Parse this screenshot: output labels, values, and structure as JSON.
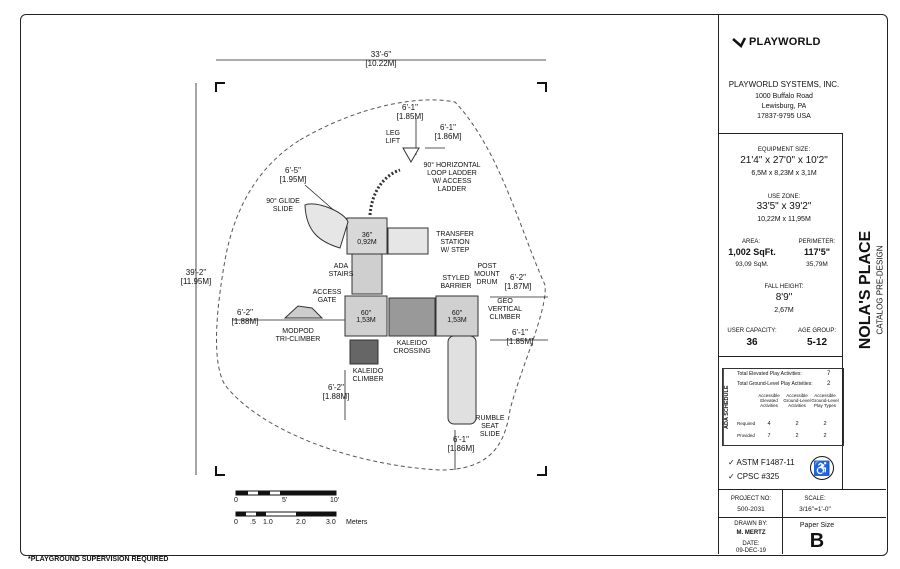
{
  "company": {
    "brand": "PLAYWORLD",
    "name": "PLAYWORLD SYSTEMS, INC.",
    "address1": "1000 Buffalo Road",
    "address2": "Lewisburg, PA",
    "address3": "17837-9795  USA"
  },
  "equipment_size": {
    "label": "EQUIPMENT SIZE:",
    "imperial": "21'4\" x 27'0\" x 10'2\"",
    "metric": "6,5M x 8,23M x 3,1M"
  },
  "use_zone": {
    "label": "USE ZONE:",
    "imperial": "33'5\" x 39'2\"",
    "metric": "10,22M x 11,95M"
  },
  "area": {
    "label": "AREA:",
    "imperial": "1,002 SqFt.",
    "metric": "93,09 SqM."
  },
  "perimeter": {
    "label": "PERIMETER:",
    "imperial": "117'5\"",
    "metric": "35,79M"
  },
  "fall_height": {
    "label": "FALL HEIGHT:",
    "imperial": "8'9\"",
    "metric": "2,67M"
  },
  "user_capacity": {
    "label": "USER CAPACITY:",
    "value": "36"
  },
  "age_group": {
    "label": "AGE GROUP:",
    "value": "5-12"
  },
  "project_title": "NOLA'S PLACE",
  "project_subtitle": "CATALOG PRE-DESIGN",
  "ada_schedule": {
    "title": "ADA SCHEDULE",
    "row1_label": "Total Elevated Play Activities:",
    "row1_value": "7",
    "row2_label": "Total Ground-Level Play Activities:",
    "row2_value": "2",
    "col1": "Accessible Elevated Activities",
    "col2": "Accessible Ground-Level Activities",
    "col3": "Accessible Ground-Level Play Types",
    "required_label": "Required",
    "required": [
      "4",
      "2",
      "2"
    ],
    "provided_label": "Provided",
    "provided": [
      "7",
      "2",
      "2"
    ]
  },
  "compliance": [
    "ASTM F1487-11",
    "CPSC #325"
  ],
  "project_no": {
    "label": "PROJECT NO:",
    "value": "500-2031"
  },
  "scale": {
    "label": "SCALE:",
    "value": "3/16\"=1'-0\""
  },
  "drawn_by": {
    "label": "DRAWN BY:",
    "value": "M. MERTZ"
  },
  "date": {
    "label": "DATE:",
    "value": "09-DEC-19"
  },
  "paper_size": {
    "label": "Paper Size",
    "value": "B"
  },
  "footer_note": "*PLAYGROUND SUPERVISION REQUIRED",
  "scale_bar": {
    "feet_labels": [
      "0",
      "5'",
      "10'"
    ],
    "meter_labels": [
      "0",
      ".5",
      "1.0",
      "2.0",
      "3.0"
    ],
    "meter_unit": "Meters"
  },
  "dimensions": {
    "top_width": "33'-6\"",
    "top_width_m": "[10.22M]",
    "left_height": "39'-2\"",
    "left_height_m": "[11.95M]",
    "d_6_1_top": "6'-1\"",
    "d_6_1_top_m": "[1.85M]",
    "d_6_1_right": "6'-1\"",
    "d_6_1_right_m": "[1.86M]",
    "d_6_5": "6'-5\"",
    "d_6_5_m": "[1.95M]",
    "d_6_2_right": "6'-2\"",
    "d_6_2_right_m": "[1.87M]",
    "d_6_2_left": "6'-2\"",
    "d_6_2_left_m": "[1.88M]",
    "d_6_1_mid": "6'-1\"",
    "d_6_1_mid_m": "[1.85M]",
    "d_6_2_bottom": "6'-2\"",
    "d_6_2_bottom_m": "[1.88M]",
    "d_6_1_bottom": "6'-1\"",
    "d_6_1_bottom_m": "[1.86M]"
  },
  "components": {
    "leg_lift": [
      "LEG",
      "LIFT"
    ],
    "loop_ladder": [
      "90° HORIZONTAL",
      "LOOP LADDER",
      "W/ ACCESS",
      "LADDER"
    ],
    "glide_slide": [
      "90° GLIDE",
      "SLIDE"
    ],
    "transfer_station": [
      "TRANSFER",
      "STATION",
      "W/ STEP"
    ],
    "ada_stairs": [
      "ADA",
      "STAIRS"
    ],
    "styled_barrier": [
      "STYLED",
      "BARRIER"
    ],
    "post_mount_drum": [
      "POST",
      "MOUNT",
      "DRUM"
    ],
    "access_gate": [
      "ACCESS",
      "GATE"
    ],
    "geo_climber": [
      "GEO",
      "VERTICAL",
      "CLIMBER"
    ],
    "modpod": [
      "MODPOD",
      "TRI-CLIMBER"
    ],
    "kaleido_crossing": [
      "KALEIDO",
      "CROSSING"
    ],
    "kaleido_climber": [
      "KALEIDO",
      "CLIMBER"
    ],
    "rumble_seat": [
      "RUMBLE",
      "SEAT",
      "SLIDE"
    ]
  },
  "deck_labels": {
    "deck1": "36\"",
    "deck1_m": "0,92M",
    "deck2": "60\"",
    "deck2_m": "1,53M",
    "deck3": "60\"",
    "deck3_m": "1,53M"
  }
}
